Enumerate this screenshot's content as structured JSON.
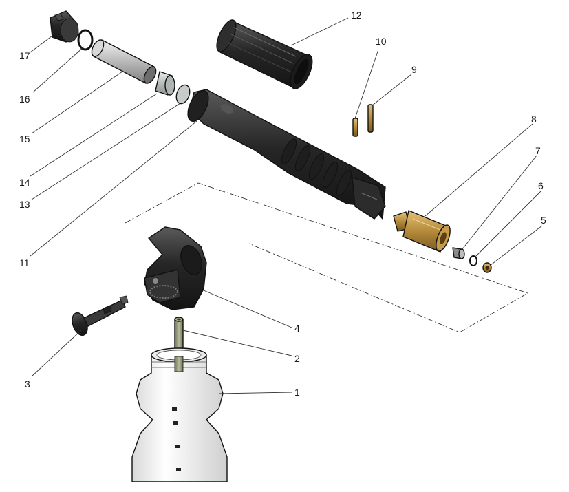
{
  "diagram": {
    "callouts": [
      {
        "id": "1",
        "label": "1"
      },
      {
        "id": "2",
        "label": "2"
      },
      {
        "id": "3",
        "label": "3"
      },
      {
        "id": "4",
        "label": "4"
      },
      {
        "id": "5",
        "label": "5"
      },
      {
        "id": "6",
        "label": "6"
      },
      {
        "id": "7",
        "label": "7"
      },
      {
        "id": "8",
        "label": "8"
      },
      {
        "id": "9",
        "label": "9"
      },
      {
        "id": "10",
        "label": "10"
      },
      {
        "id": "11",
        "label": "11"
      },
      {
        "id": "12",
        "label": "12"
      },
      {
        "id": "13",
        "label": "13"
      },
      {
        "id": "14",
        "label": "14"
      },
      {
        "id": "15",
        "label": "15"
      },
      {
        "id": "16",
        "label": "16"
      },
      {
        "id": "17",
        "label": "17"
      }
    ],
    "colors": {
      "dark_plastic": "#2b2b2b",
      "brass": "#b58a3a",
      "bottle": "#f4f4f4",
      "glass": "#bfc5c4",
      "line": "#111111"
    }
  }
}
